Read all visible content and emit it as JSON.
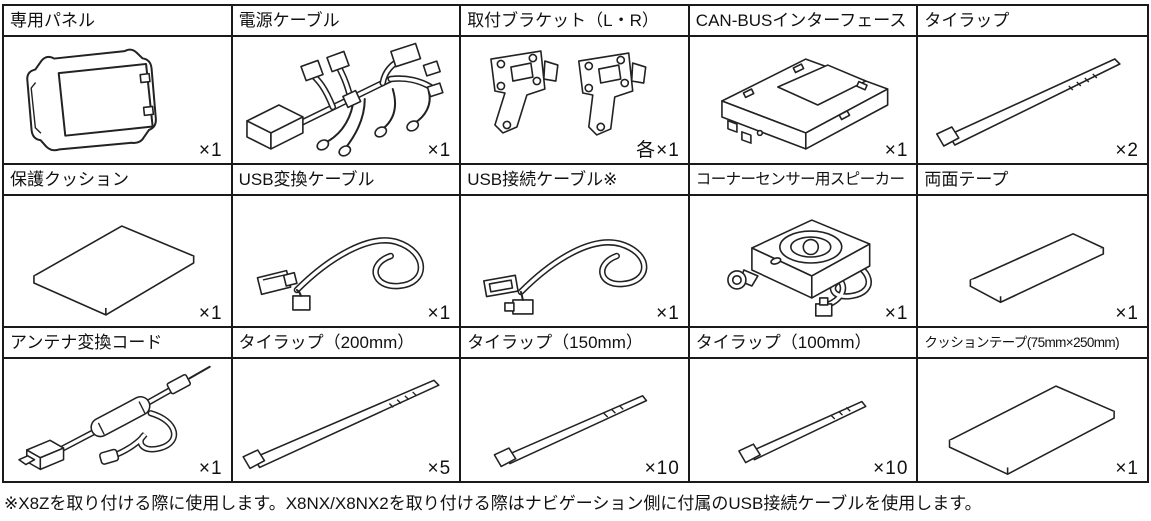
{
  "table": {
    "cells": [
      {
        "name": "専用パネル",
        "qty": "×1"
      },
      {
        "name": "電源ケーブル",
        "qty": "×1"
      },
      {
        "name": "取付ブラケット（L・R）",
        "qty": "各×1"
      },
      {
        "name": "CAN-BUSインターフェース",
        "qty": "×1"
      },
      {
        "name": "タイラップ",
        "qty": "×2"
      },
      {
        "name": "保護クッション",
        "qty": "×1"
      },
      {
        "name": "USB変換ケーブル",
        "qty": "×1"
      },
      {
        "name": "USB接続ケーブル※",
        "qty": "×1"
      },
      {
        "name": "コーナーセンサー用スピーカー",
        "qty": "×1"
      },
      {
        "name": "両面テープ",
        "qty": "×1"
      },
      {
        "name": "アンテナ変換コード",
        "qty": "×1"
      },
      {
        "name": "タイラップ（200mm）",
        "qty": "×5"
      },
      {
        "name": "タイラップ（150mm）",
        "qty": "×10"
      },
      {
        "name": "タイラップ（100mm）",
        "qty": "×10"
      },
      {
        "name": "クッションテープ(75mm×250mm)",
        "qty": "×1"
      }
    ]
  },
  "footnote": "※X8Zを取り付ける際に使用します。X8NX/X8NX2を取り付ける際はナビゲーション側に付属のUSB接続ケーブルを使用します。",
  "colors": {
    "border": "#1a1a1a",
    "line_art": "#222222",
    "text": "#111111",
    "background": "#ffffff"
  }
}
